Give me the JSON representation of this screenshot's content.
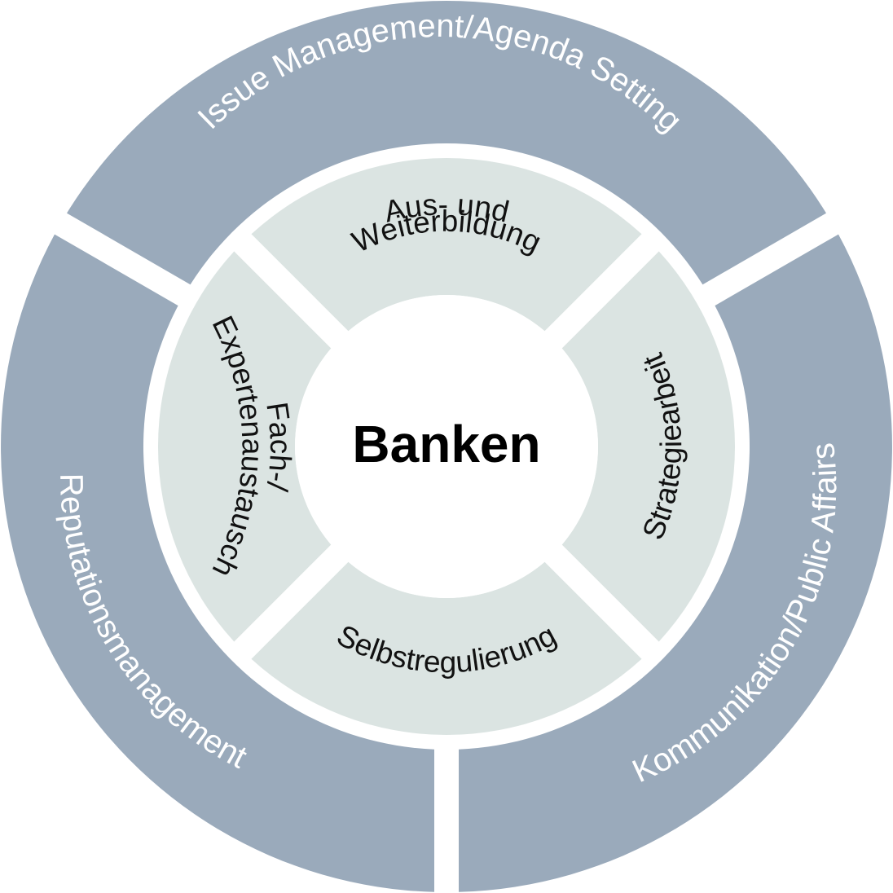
{
  "diagram": {
    "center": {
      "label": "Banken"
    },
    "outer_ring": [
      {
        "label": "Issue Management/Agenda Setting"
      },
      {
        "label": "Kommunikation/Public Affairs"
      },
      {
        "label": "Reputationsmanagement"
      }
    ],
    "inner_ring": [
      {
        "lines": [
          "Aus- und",
          "Weiterbildung"
        ]
      },
      {
        "lines": [
          "Strategiearbeit"
        ]
      },
      {
        "lines": [
          "Selbstregulierung"
        ]
      },
      {
        "lines": [
          "Fach-/",
          "Expertenaustausch"
        ]
      }
    ],
    "colors": {
      "outer_ring": "#9aaabb",
      "inner_ring": "#dbe4e2",
      "center": "#ffffff",
      "outer_text": "#ffffff",
      "inner_text": "#111111",
      "center_text": "#000000"
    }
  }
}
